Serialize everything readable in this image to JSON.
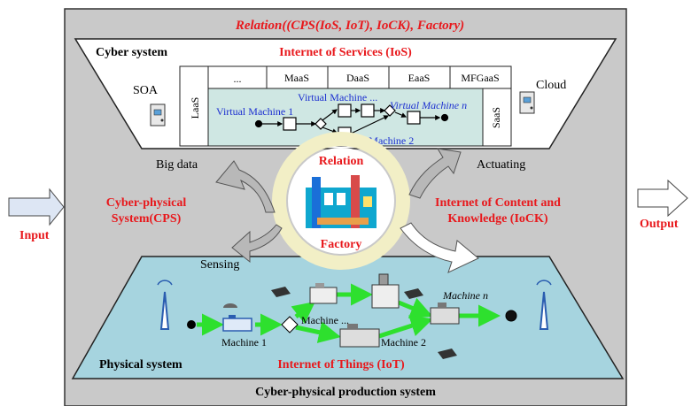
{
  "title_relation": "Relation((CPS(IoS, IoT), IoCK), Factory)",
  "side": {
    "input": "Input",
    "output": "Output"
  },
  "cyber": {
    "label": "Cyber system",
    "ios": "Internet of Services (IoS)",
    "soa": "SOA",
    "cloud": "Cloud",
    "big_data": "Big data",
    "actuating": "Actuating",
    "services": [
      "...",
      "MaaS",
      "DaaS",
      "EaaS",
      "MFGaaS"
    ],
    "laas": "LaaS",
    "saas": "SaaS",
    "vm1": "Virtual Machine 1",
    "vm_dots": "Virtual Machine ...",
    "vm_n": "Virtual Machine n",
    "vm2": "Virtual Machine 2"
  },
  "center": {
    "relation": "Relation",
    "factory": "Factory"
  },
  "cps_label": [
    "Cyber-physical",
    "System(CPS)"
  ],
  "iock_label": [
    "Internet  of Content and",
    "Knowledge (IoCK)"
  ],
  "physical": {
    "label": "Physical system",
    "sensing": "Sensing",
    "iot": "Internet of Things (IoT)",
    "machine1": "Machine 1",
    "machine_dots": "Machine ...",
    "machine2": "Machine 2",
    "machine_n": "Machine n"
  },
  "footer": "Cyber-physical production system",
  "colors": {
    "panel": "#c9c9c9",
    "cloud_box": "#cfe7e3",
    "physical": "#a6d4df",
    "flow": "#2ee02e",
    "relation_red": "#e8181c",
    "vm_blue": "#1c2fd0"
  }
}
